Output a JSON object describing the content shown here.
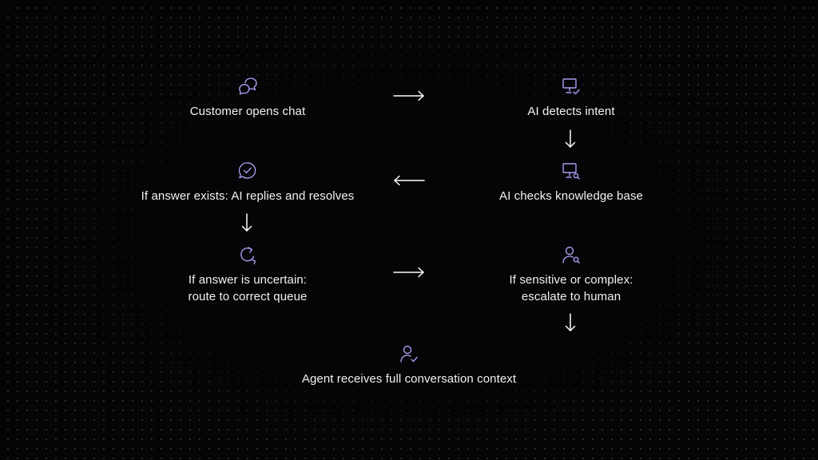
{
  "colors": {
    "background": "#050507",
    "icon": "#a89cf0",
    "text": "#f2f2f4",
    "arrow": "#ffffff"
  },
  "steps": [
    {
      "label": "Customer opens chat",
      "icon": "chat-bubbles-icon"
    },
    {
      "label": "AI detects intent",
      "icon": "monitor-check-icon"
    },
    {
      "label": "AI checks knowledge base",
      "icon": "monitor-search-icon"
    },
    {
      "label": "If answer exists: AI replies and resolves",
      "icon": "chat-check-icon"
    },
    {
      "label": "If answer is uncertain:\nroute to correct queue",
      "icon": "refresh-arrow-icon"
    },
    {
      "label": "If sensitive or complex:\nescalate to human",
      "icon": "user-search-icon"
    },
    {
      "label": "Agent receives full conversation context",
      "icon": "user-check-icon"
    }
  ],
  "arrows": [
    {
      "name": "arrow-step1-to-step2",
      "direction": "right"
    },
    {
      "name": "arrow-step2-to-step3",
      "direction": "down"
    },
    {
      "name": "arrow-step3-to-step4",
      "direction": "left"
    },
    {
      "name": "arrow-step4-to-step5",
      "direction": "down"
    },
    {
      "name": "arrow-step5-to-step6",
      "direction": "right"
    },
    {
      "name": "arrow-step6-to-step7",
      "direction": "down"
    }
  ]
}
